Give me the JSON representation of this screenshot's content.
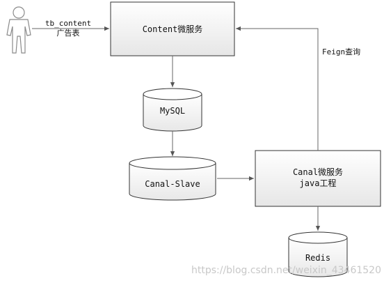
{
  "actor": {
    "label_line1": "tb_content",
    "label_line2": "广告表"
  },
  "nodes": {
    "content_service": {
      "label": "Content微服务"
    },
    "mysql": {
      "label": "MySQL"
    },
    "canal_slave": {
      "label": "Canal-Slave"
    },
    "canal_service": {
      "line1": "Canal微服务",
      "line2": "java工程"
    },
    "redis": {
      "label": "Redis"
    }
  },
  "edges": {
    "feign_label": "Feign查询"
  },
  "watermark": "https://blog.csdn.net/weixin_43461520",
  "colors": {
    "box_fill_top": "#ffffff",
    "box_fill_bottom": "#e8e8e8",
    "stroke": "#333333",
    "edge": "#666666",
    "actor": "#8a8a8a",
    "watermark": "#c8c8c8"
  }
}
